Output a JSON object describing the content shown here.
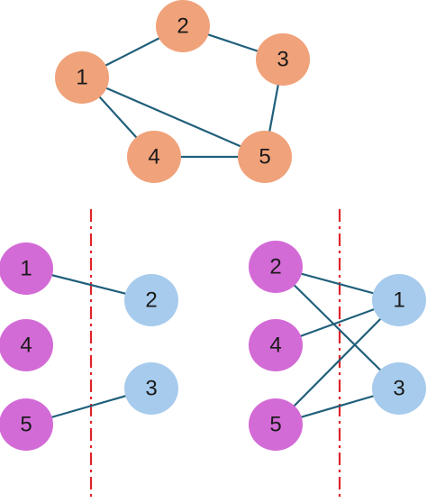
{
  "colors": {
    "top_node": "#f0a27a",
    "left_node": "#d36bd6",
    "right_node": "#a7cbec",
    "edge": "#1f5f7a",
    "divider": "#e0242a"
  },
  "graphs": [
    {
      "id": "original",
      "nodes": [
        {
          "id": "t1",
          "label": "1",
          "group": "top"
        },
        {
          "id": "t2",
          "label": "2",
          "group": "top"
        },
        {
          "id": "t3",
          "label": "3",
          "group": "top"
        },
        {
          "id": "t4",
          "label": "4",
          "group": "top"
        },
        {
          "id": "t5",
          "label": "5",
          "group": "top"
        }
      ],
      "edges": [
        [
          "t1",
          "t2"
        ],
        [
          "t2",
          "t3"
        ],
        [
          "t1",
          "t4"
        ],
        [
          "t1",
          "t5"
        ],
        [
          "t3",
          "t5"
        ],
        [
          "t4",
          "t5"
        ]
      ]
    },
    {
      "id": "cut-a",
      "nodes": [
        {
          "id": "a1",
          "label": "1",
          "group": "left"
        },
        {
          "id": "a4",
          "label": "4",
          "group": "left"
        },
        {
          "id": "a5",
          "label": "5",
          "group": "left"
        },
        {
          "id": "a2",
          "label": "2",
          "group": "right"
        },
        {
          "id": "a3",
          "label": "3",
          "group": "right"
        }
      ],
      "edges": [
        [
          "a1",
          "a2"
        ],
        [
          "a5",
          "a3"
        ]
      ]
    },
    {
      "id": "cut-b",
      "nodes": [
        {
          "id": "b2",
          "label": "2",
          "group": "left"
        },
        {
          "id": "b4",
          "label": "4",
          "group": "left"
        },
        {
          "id": "b5",
          "label": "5",
          "group": "left"
        },
        {
          "id": "b1",
          "label": "1",
          "group": "right"
        },
        {
          "id": "b3",
          "label": "3",
          "group": "right"
        }
      ],
      "edges": [
        [
          "b2",
          "b1"
        ],
        [
          "b2",
          "b3"
        ],
        [
          "b4",
          "b1"
        ],
        [
          "b5",
          "b1"
        ],
        [
          "b5",
          "b3"
        ]
      ]
    }
  ]
}
